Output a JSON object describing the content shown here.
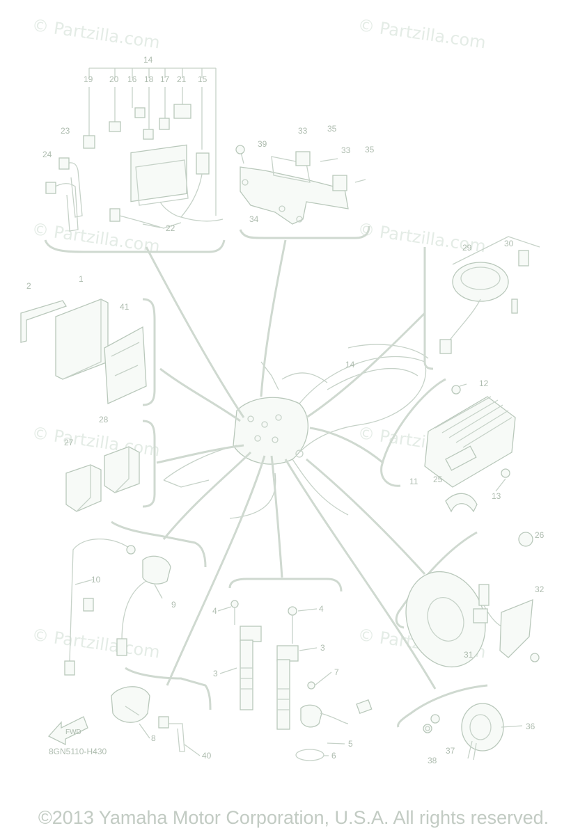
{
  "watermark": "© Partzilla.com",
  "diagram_code": "8GN5110-H430",
  "copyright": "©2013 Yamaha Motor Corporation, U.S.A. All rights reserved.",
  "fwd_label": "FWD",
  "callouts": {
    "c1": "1",
    "c2": "2",
    "c3a": "3",
    "c3b": "3",
    "c4a": "4",
    "c4b": "4",
    "c5": "5",
    "c6": "6",
    "c7": "7",
    "c8": "8",
    "c9": "9",
    "c10": "10",
    "c11": "11",
    "c12": "12",
    "c13": "13",
    "c14top": "14",
    "c14mid": "14",
    "c15": "15",
    "c16": "16",
    "c17": "17",
    "c18": "18",
    "c19": "19",
    "c20": "20",
    "c21": "21",
    "c22": "22",
    "c23": "23",
    "c24": "24",
    "c25": "25",
    "c26": "26",
    "c27": "27",
    "c28": "28",
    "c29": "29",
    "c30": "30",
    "c31": "31",
    "c32": "32",
    "c33a": "33",
    "c33b": "33",
    "c34": "34",
    "c35a": "35",
    "c35b": "35",
    "c36": "36",
    "c37": "37",
    "c38": "38",
    "c39": "39",
    "c40": "40",
    "c41": "41"
  }
}
